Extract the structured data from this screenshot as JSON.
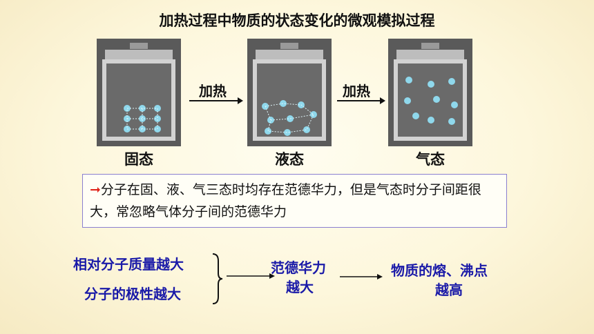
{
  "title": "加热过程中物质的状态变化的微观模拟过程",
  "states": [
    {
      "label": "固态"
    },
    {
      "label": "液态"
    },
    {
      "label": "气态"
    }
  ],
  "heat_labels": [
    "加热",
    "加热"
  ],
  "note": {
    "arrow": "➞",
    "text": "分子在固、液、气三态时均存在范德华力，但是气态时分子间距很大，常忽略气体分子间的范德华力"
  },
  "factors": [
    "相对分子质量越大",
    "分子的极性越大"
  ],
  "middle": {
    "line1": "范德华力",
    "line2": "越大"
  },
  "result": {
    "line1": "物质的熔、沸点",
    "line2": "越高"
  },
  "colors": {
    "accent_blue": "#1a1aa8",
    "arrow_red": "#e0241b",
    "particle": "#8fd8ec"
  }
}
